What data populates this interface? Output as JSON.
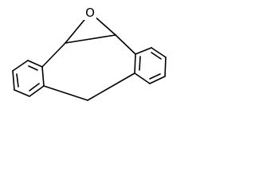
{
  "structure": {
    "atom_labels": {
      "oxygen": "O"
    },
    "colors": {
      "bond": "#000000",
      "background": "#ffffff"
    },
    "rings": [
      {
        "name": "left-benzene-ring",
        "kind": "aromatic-6"
      },
      {
        "name": "right-benzene-ring",
        "kind": "aromatic-6"
      },
      {
        "name": "central-seven-membered-ring",
        "kind": "cycloheptane-7"
      },
      {
        "name": "epoxide-ring",
        "kind": "oxirane-3"
      }
    ]
  }
}
